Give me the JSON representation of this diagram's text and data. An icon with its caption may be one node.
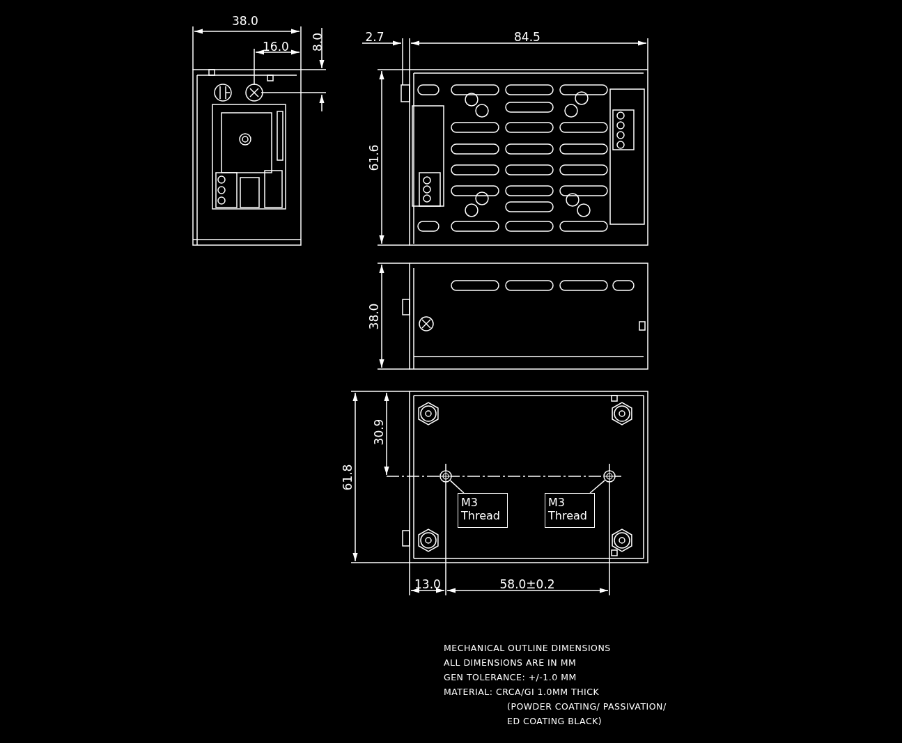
{
  "diagram": {
    "nodes": [
      {
        "text": [
          "M3 Thread"
        ]
      },
      {
        "text": [],
        "shape": "circle"
      },
      {
        "text": [
          "M3 Thread"
        ]
      },
      {
        "text": [],
        "shape": "circle"
      }
    ],
    "edges": [
      {
        "from": 0,
        "to": 1,
        "arrow": "none"
      },
      {
        "from": 2,
        "to": 3,
        "arrow": "none"
      }
    ],
    "labels": [
      "38.0",
      "8.0",
      "16.0",
      "2.7",
      "84.5",
      "61.6",
      "38.0",
      "30.9",
      "61.8",
      "13.0",
      "58.0±0.2",
      "MECHANICAL OUTLINE DIMENSIONS",
      "ALL DIMENSIONS ARE IN MM",
      "GEN TOLERANCE: +/-1.0 MM",
      "MATERIAL: CRCA/GI 1.0MM THICK",
      "(POWDER COATING/ PASSIVATION/",
      "ED COATING BLACK)"
    ]
  }
}
